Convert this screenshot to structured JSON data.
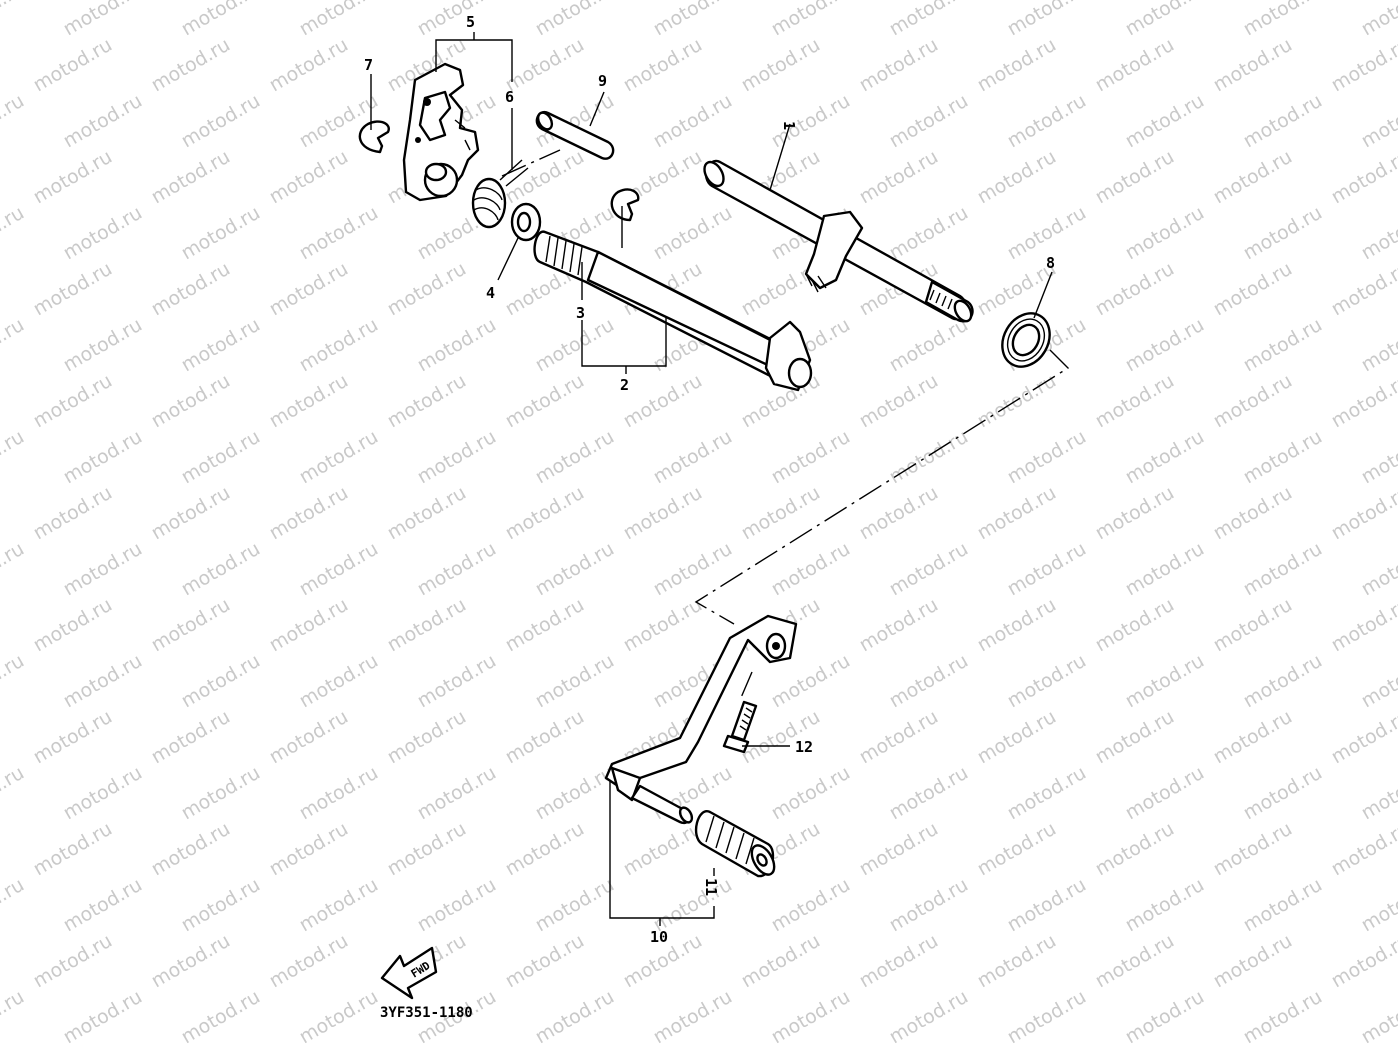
{
  "diagram": {
    "code": "3YF351-1180",
    "watermark_text": "motod.ru",
    "direction_label": "FWD",
    "callouts": {
      "c1": "1",
      "c2": "2",
      "c3": "3",
      "c4": "4",
      "c5": "5",
      "c6": "6",
      "c7": "7",
      "c8": "8",
      "c9": "9",
      "c10": "10",
      "c11": "11",
      "c12": "12"
    }
  }
}
